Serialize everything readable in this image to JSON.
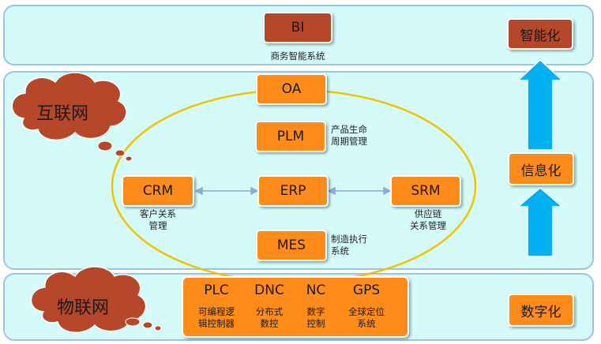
{
  "colors": {
    "band_fill": "#d5fafa",
    "band_border": "#9cc3e6",
    "box_orange": "#ff8c1a",
    "box_dark": "#b5472a",
    "ellipse": "#f2c200",
    "arrow": "#00b0f0",
    "connector": "#8fa9d6"
  },
  "top": {
    "bi_label": "BI",
    "bi_caption": "商务智能系统"
  },
  "internet": {
    "cloud_label": "互联网",
    "oa": "OA",
    "plm": "PLM",
    "plm_caption": "产品生命\n周期管理",
    "crm": "CRM",
    "crm_caption": "客户关系\n管理",
    "erp": "ERP",
    "srm": "SRM",
    "srm_caption": "供应链\n关系管理",
    "mes": "MES",
    "mes_caption": "制造执行\n系统"
  },
  "iot": {
    "cloud_label": "物联网",
    "items": [
      {
        "code": "PLC",
        "desc": "可编程逻\n辑控制器"
      },
      {
        "code": "DNC",
        "desc": "分布式\n数控"
      },
      {
        "code": "NC",
        "desc": "数字\n控制"
      },
      {
        "code": "GPS",
        "desc": "全球定位\n系统"
      }
    ]
  },
  "stages": {
    "digitization": "数字化",
    "informatization": "信息化",
    "intelligence": "智能化"
  }
}
